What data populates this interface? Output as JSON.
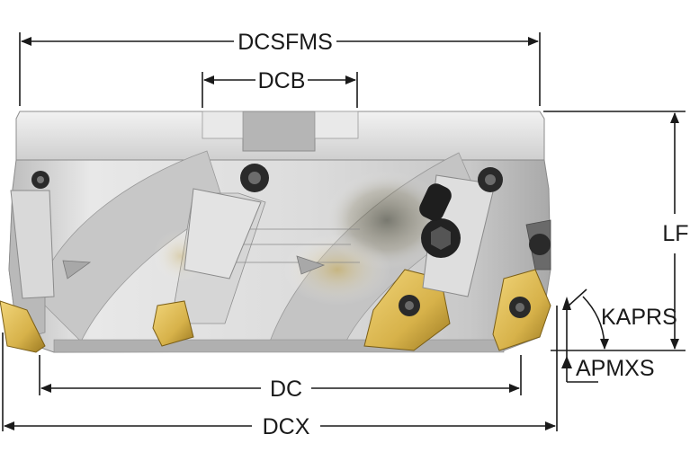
{
  "diagram": {
    "subject": "indexable face milling cutter",
    "dimensions": {
      "dcsfms": "DCSFMS",
      "dcb": "DCB",
      "lf": "LF",
      "kaprs": "KAPRS",
      "apmxs": "APMXS",
      "dc": "DC",
      "dcx": "DCX"
    },
    "colors": {
      "body_light": "#e4e4e4",
      "body_mid": "#c9c9c9",
      "body_dark": "#9a9a9a",
      "insert_gold": "#d7b24a",
      "insert_shadow": "#8e6f1c",
      "screw": "#2a2a2a",
      "line": "#1a1a1a"
    }
  }
}
